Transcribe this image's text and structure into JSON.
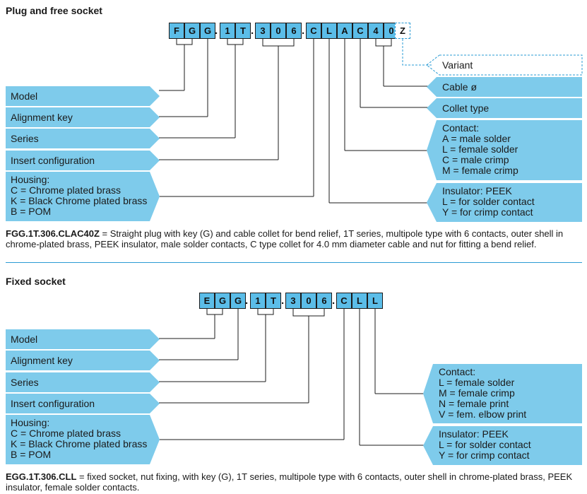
{
  "section1": {
    "title": "Plug and free socket",
    "code": [
      "F",
      "G",
      "G",
      ".",
      "1",
      "T",
      ".",
      "3",
      "0",
      "6",
      ".",
      "C",
      "L",
      "A",
      "C",
      "4",
      "0",
      "Z"
    ],
    "left_labels": {
      "model": "Model",
      "alignment_key": "Alignment key",
      "series": "Series",
      "insert_configuration": "Insert configuration",
      "housing": [
        "Housing:",
        "C = Chrome plated brass",
        "K = Black Chrome plated brass",
        "B = POM"
      ]
    },
    "right_labels": {
      "variant": "Variant",
      "cable": "Cable ø",
      "collet_type": "Collet type",
      "contact": [
        "Contact:",
        "A = male solder",
        "L = female solder",
        "C = male crimp",
        "M = female crimp"
      ],
      "insulator": [
        "Insulator: PEEK",
        "L = for solder contact",
        "Y = for crimp contact"
      ]
    },
    "description_code": "FGG.1T.306.CLAC40Z",
    "description_text": " = Straight plug with key (G) and cable collet for bend relief, 1T series, multipole type with 6 contacts, outer shell in chrome-plated brass, PEEK insulator, male solder contacts, C type collet for 4.0 mm diameter cable and nut for fitting a bend relief."
  },
  "section2": {
    "title": "Fixed socket",
    "code": [
      "E",
      "G",
      "G",
      ".",
      "1",
      "T",
      ".",
      "3",
      "0",
      "6",
      ".",
      "C",
      "L",
      "L"
    ],
    "left_labels": {
      "model": "Model",
      "alignment_key": "Alignment key",
      "series": "Series",
      "insert_configuration": "Insert configuration",
      "housing": [
        "Housing:",
        "C = Chrome plated brass",
        "K = Black Chrome plated brass",
        "B = POM"
      ]
    },
    "right_labels": {
      "contact": [
        "Contact:",
        "L = female solder",
        "M = female crimp",
        "N = female print",
        "V = fem. elbow print"
      ],
      "insulator": [
        "Insulator: PEEK",
        "L = for solder contact",
        "Y = for crimp contact"
      ]
    },
    "description_code": "EGG.1T.306.CLL",
    "description_text": " = fixed socket, nut fixing, with key (G), 1T series, multipole type with 6 contacts, outer shell in chrome-plated brass, PEEK insulator, female solder contacts."
  },
  "colors": {
    "arrow_fill": "#7ecbeb",
    "code_box_fill": "#5bbde8",
    "variant_border": "#2a9bd4",
    "divider": "#2a9bd4"
  }
}
